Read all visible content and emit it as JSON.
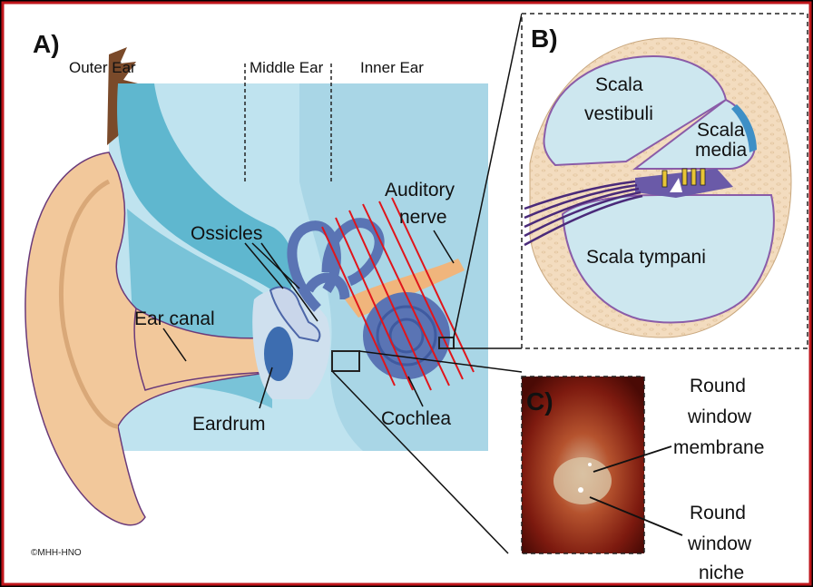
{
  "figure": {
    "frame_color": "#c0161b",
    "panels": {
      "a": "A)",
      "b": "B)",
      "c": "C)"
    },
    "regions": {
      "outer": "Outer Ear",
      "middle": "Middle Ear",
      "inner": "Inner Ear"
    },
    "labels": {
      "ossicles": "Ossicles",
      "ear_canal": "Ear canal",
      "eardrum": "Eardrum",
      "auditory_nerve_1": "Auditory",
      "auditory_nerve_2": "nerve",
      "cochlea": "Cochlea"
    },
    "cross_section": {
      "vestibuli_1": "Scala",
      "vestibuli_2": "vestibuli",
      "media_1": "Scala",
      "media_2": "media",
      "tympani": "Scala tympani"
    },
    "photo": {
      "rw_membrane_1": "Round",
      "rw_membrane_2": "window",
      "rw_membrane_3": "membrane",
      "rw_niche_1": "Round",
      "rw_niche_2": "window",
      "rw_niche_3": "niche"
    },
    "copyright": "©MHH-HNO",
    "colors": {
      "skin": "#f2c89b",
      "canal_blue": "#5fb7cf",
      "bg_blue": "#bfe3ef",
      "cochlea": "#5a74b4",
      "perilymph": "#cde7ef",
      "bone": "#f3dcbf",
      "cut_lines": "#e0151b"
    }
  }
}
